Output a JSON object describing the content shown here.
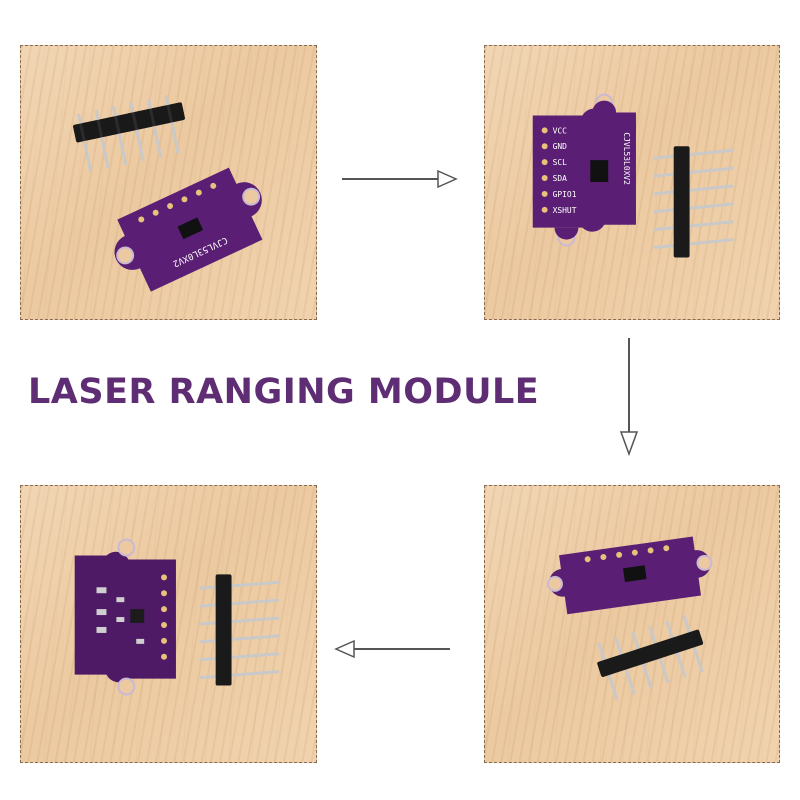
{
  "heading": "LASER RANGING MODULE",
  "board": {
    "model": "CJVL53L0XV2",
    "pins": [
      "VCC",
      "GND",
      "SCL",
      "SDA",
      "GPIO1",
      "XSHUT"
    ]
  },
  "colors": {
    "title": "#5e2d73",
    "pcb": "#5a1f74",
    "wood": "#ecc9a0",
    "arrow": "#555555",
    "border": "#8a6b50"
  },
  "icons": {
    "arrow_right": "arrow-right-icon",
    "arrow_down": "arrow-down-icon",
    "arrow_left": "arrow-left-icon"
  }
}
